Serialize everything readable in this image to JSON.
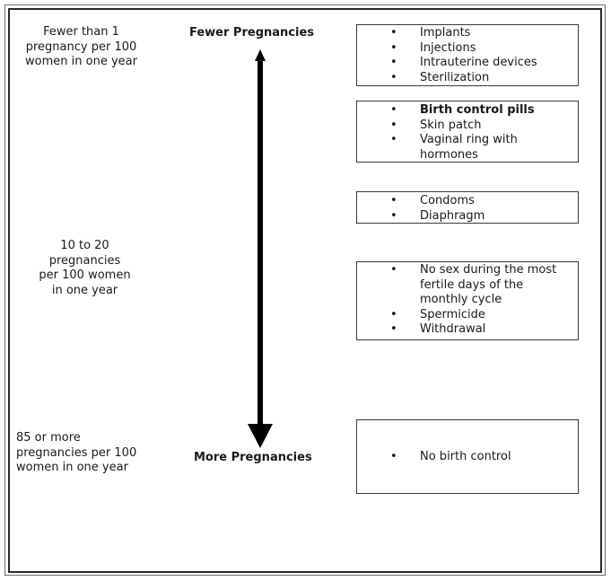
{
  "left_labels": {
    "top": "Fewer than 1\npregnancy per 100\nwomen in one year",
    "middle": "10 to 20\npregnancies\nper 100 women\nin one year",
    "bottom": "85 or more\npregnancies per 100\nwomen in one year"
  },
  "axis": {
    "top_label": "Fewer Pregnancies",
    "bottom_label": "More Pregnancies"
  },
  "boxes": [
    {
      "items": [
        {
          "text": "Implants",
          "bold": false
        },
        {
          "text": "Injections",
          "bold": false
        },
        {
          "text": "Intrauterine devices",
          "bold": false
        },
        {
          "text": "Sterilization",
          "bold": false
        }
      ]
    },
    {
      "items": [
        {
          "text": "Birth control pills",
          "bold": true
        },
        {
          "text": "Skin patch",
          "bold": false
        },
        {
          "text": "Vaginal ring with hormones",
          "bold": false
        }
      ]
    },
    {
      "items": [
        {
          "text": "Condoms",
          "bold": false
        },
        {
          "text": "Diaphragm",
          "bold": false
        }
      ]
    },
    {
      "items": [
        {
          "text": "No sex during the most fertile days of the monthly cycle",
          "bold": false
        },
        {
          "text": "Spermicide",
          "bold": false
        },
        {
          "text": "Withdrawal",
          "bold": false
        }
      ]
    },
    {
      "items": [
        {
          "text": "No birth control",
          "bold": false
        }
      ]
    }
  ],
  "bullet_glyph": "•"
}
